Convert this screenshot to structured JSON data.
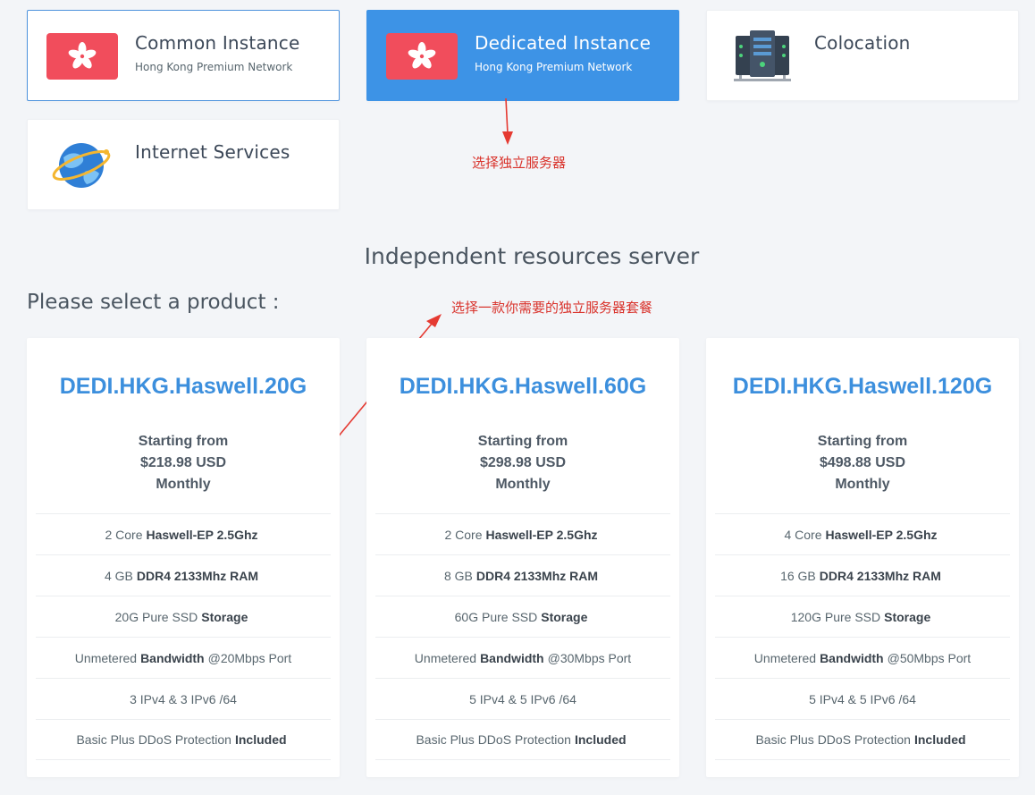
{
  "categories": [
    {
      "title": "Common Instance",
      "subtitle": "Hong Kong Premium Network",
      "icon": "hk-flag-icon",
      "state": "outlined"
    },
    {
      "title": "Dedicated Instance",
      "subtitle": "Hong Kong Premium Network",
      "icon": "hk-flag-icon",
      "state": "active"
    },
    {
      "title": "Colocation",
      "subtitle": "",
      "icon": "server-rack-icon",
      "state": "normal"
    },
    {
      "title": "Internet Services",
      "subtitle": "",
      "icon": "globe-icon",
      "state": "normal"
    }
  ],
  "annotations": {
    "select_dedicated": "选择独立服务器",
    "select_package": "选择一款你需要的独立服务器套餐"
  },
  "section_title": "Independent resources server",
  "select_prompt": "Please select a product :",
  "products": [
    {
      "name": "DEDI.HKG.Haswell.20G",
      "price": {
        "line1": "Starting from",
        "line2": "$218.98 USD",
        "line3": "Monthly"
      },
      "features": [
        {
          "pre": "2 Core",
          "bold": "Haswell-EP 2.5Ghz",
          "post": ""
        },
        {
          "pre": "4 GB",
          "bold": "DDR4 2133Mhz RAM",
          "post": ""
        },
        {
          "pre": "20G Pure SSD",
          "bold": "Storage",
          "post": ""
        },
        {
          "pre": "Unmetered",
          "bold": "Bandwidth",
          "post": "@20Mbps Port"
        },
        {
          "pre": "3 IPv4 & 3 IPv6 /64",
          "bold": "",
          "post": ""
        },
        {
          "pre": "Basic Plus DDoS Protection",
          "bold": "Included",
          "post": ""
        }
      ]
    },
    {
      "name": "DEDI.HKG.Haswell.60G",
      "price": {
        "line1": "Starting from",
        "line2": "$298.98 USD",
        "line3": "Monthly"
      },
      "features": [
        {
          "pre": "2 Core",
          "bold": "Haswell-EP 2.5Ghz",
          "post": ""
        },
        {
          "pre": "8 GB",
          "bold": "DDR4 2133Mhz RAM",
          "post": ""
        },
        {
          "pre": "60G Pure SSD",
          "bold": "Storage",
          "post": ""
        },
        {
          "pre": "Unmetered",
          "bold": "Bandwidth",
          "post": "@30Mbps Port"
        },
        {
          "pre": "5 IPv4 & 5 IPv6 /64",
          "bold": "",
          "post": ""
        },
        {
          "pre": "Basic Plus DDoS Protection",
          "bold": "Included",
          "post": ""
        }
      ]
    },
    {
      "name": "DEDI.HKG.Haswell.120G",
      "price": {
        "line1": "Starting from",
        "line2": "$498.88 USD",
        "line3": "Monthly"
      },
      "features": [
        {
          "pre": "4 Core",
          "bold": "Haswell-EP 2.5Ghz",
          "post": ""
        },
        {
          "pre": "16 GB",
          "bold": "DDR4 2133Mhz RAM",
          "post": ""
        },
        {
          "pre": "120G Pure SSD",
          "bold": "Storage",
          "post": ""
        },
        {
          "pre": "Unmetered",
          "bold": "Bandwidth",
          "post": "@50Mbps Port"
        },
        {
          "pre": "5 IPv4 & 5 IPv6 /64",
          "bold": "",
          "post": ""
        },
        {
          "pre": "Basic Plus DDoS Protection",
          "bold": "Included",
          "post": ""
        }
      ]
    }
  ],
  "colors": {
    "accent": "#3d93e6",
    "flag_red": "#f14d5c",
    "annotation_red": "#d9332c"
  }
}
